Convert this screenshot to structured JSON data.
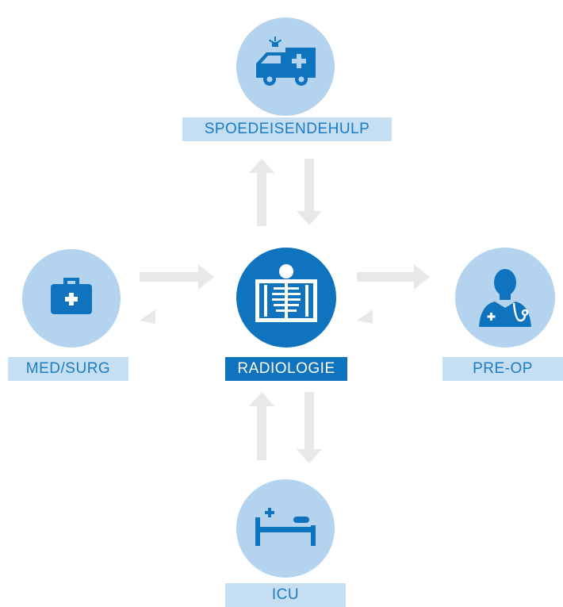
{
  "nodes": {
    "top": {
      "label": "SPOEDEISENDEHULP",
      "icon": "ambulance-icon"
    },
    "left": {
      "label": "MED/SURG",
      "icon": "medical-bag-icon"
    },
    "center": {
      "label": "RADIOLOGIE",
      "icon": "xray-icon"
    },
    "right": {
      "label": "PRE-OP",
      "icon": "doctor-icon"
    },
    "bottom": {
      "label": "ICU",
      "icon": "hospital-bed-icon"
    }
  },
  "colors": {
    "node": "#b3d3ee",
    "center": "#0f73bd",
    "label_bg": "#c6def2",
    "text": "#1a7cc4",
    "arrow": "#e8e8e8"
  }
}
